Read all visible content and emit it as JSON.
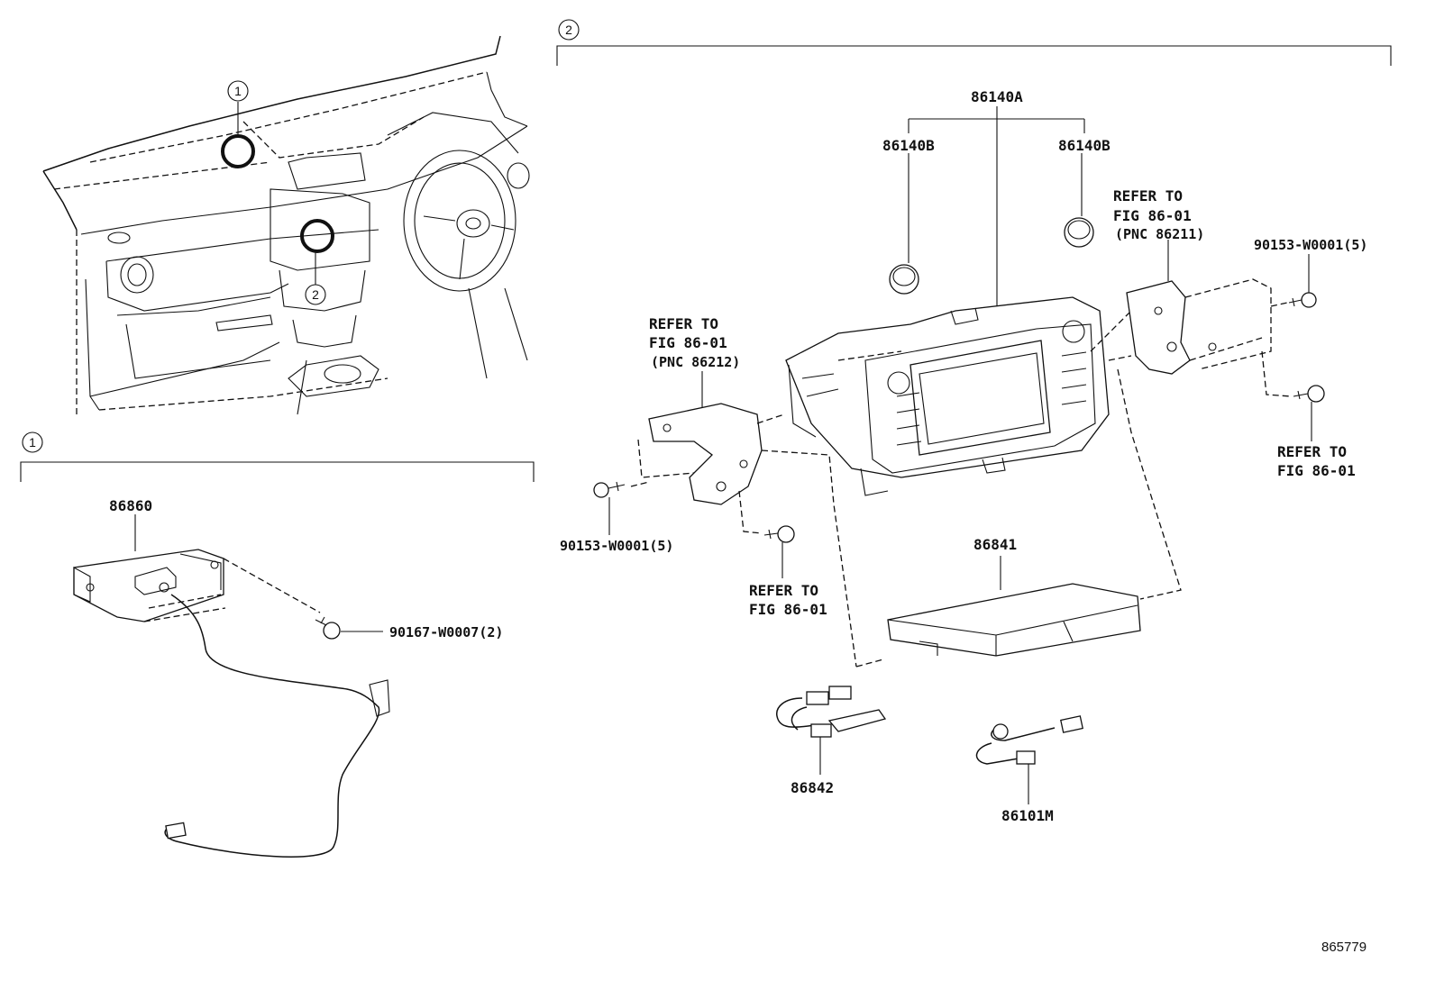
{
  "callouts": {
    "one": "1",
    "two": "2"
  },
  "labels": {
    "p86140A": "86140A",
    "p86140B_left": "86140B",
    "p86140B_right": "86140B",
    "refer_right_1": "REFER TO",
    "refer_right_2": "FIG 86-01",
    "refer_right_3": "(PNC 86211)",
    "refer_left_1": "REFER TO",
    "refer_left_2": "FIG 86-01",
    "refer_left_3": "(PNC 86212)",
    "bolt_right": "90153-W0001(5)",
    "refer_far_right_1": "REFER TO",
    "refer_far_right_2": "FIG 86-01",
    "bolt_left": "90153-W0001(5)",
    "refer_bottom_1": "REFER TO",
    "refer_bottom_2": "FIG 86-01",
    "p86841": "86841",
    "p86842": "86842",
    "p86101M": "86101M",
    "p86860": "86860",
    "bolt_86860": "90167-W0007(2)",
    "illustration_id": "865779"
  }
}
